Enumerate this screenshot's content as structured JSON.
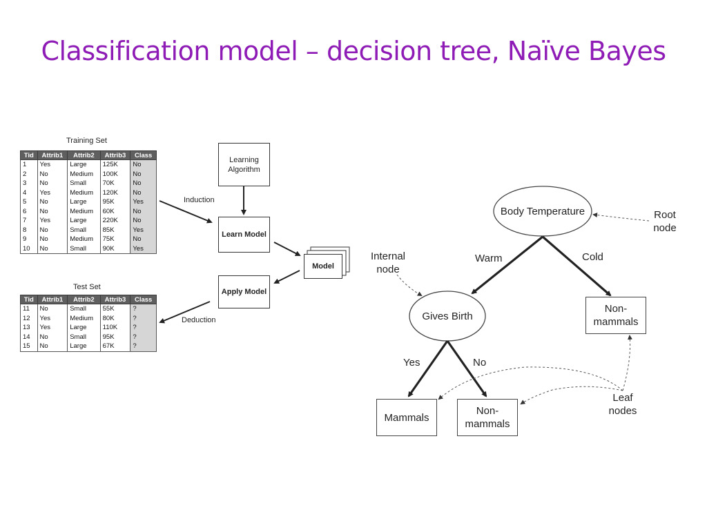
{
  "title": "Classification model – decision tree, Naïve Bayes",
  "training": {
    "caption": "Training Set",
    "headers": [
      "Tid",
      "Attrib1",
      "Attrib2",
      "Attrib3",
      "Class"
    ],
    "rows": [
      [
        "1",
        "Yes",
        "Large",
        "125K",
        "No"
      ],
      [
        "2",
        "No",
        "Medium",
        "100K",
        "No"
      ],
      [
        "3",
        "No",
        "Small",
        "70K",
        "No"
      ],
      [
        "4",
        "Yes",
        "Medium",
        "120K",
        "No"
      ],
      [
        "5",
        "No",
        "Large",
        "95K",
        "Yes"
      ],
      [
        "6",
        "No",
        "Medium",
        "60K",
        "No"
      ],
      [
        "7",
        "Yes",
        "Large",
        "220K",
        "No"
      ],
      [
        "8",
        "No",
        "Small",
        "85K",
        "Yes"
      ],
      [
        "9",
        "No",
        "Medium",
        "75K",
        "No"
      ],
      [
        "10",
        "No",
        "Small",
        "90K",
        "Yes"
      ]
    ]
  },
  "test": {
    "caption": "Test Set",
    "headers": [
      "Tid",
      "Attrib1",
      "Attrib2",
      "Attrib3",
      "Class"
    ],
    "rows": [
      [
        "11",
        "No",
        "Small",
        "55K",
        "?"
      ],
      [
        "12",
        "Yes",
        "Medium",
        "80K",
        "?"
      ],
      [
        "13",
        "Yes",
        "Large",
        "110K",
        "?"
      ],
      [
        "14",
        "No",
        "Small",
        "95K",
        "?"
      ],
      [
        "15",
        "No",
        "Large",
        "67K",
        "?"
      ]
    ]
  },
  "flow": {
    "learning_algorithm": "Learning Algorithm",
    "learn_model": "Learn Model",
    "model": "Model",
    "apply_model": "Apply Model",
    "induction": "Induction",
    "deduction": "Deduction"
  },
  "tree": {
    "root": "Body Temperature",
    "root_label": "Root node",
    "internal_label": "Internal node",
    "gives_birth": "Gives Birth",
    "warm": "Warm",
    "cold": "Cold",
    "yes": "Yes",
    "no": "No",
    "non_mammals_top": "Non-mammals",
    "mammals": "Mammals",
    "non_mammals_bottom": "Non-mammals",
    "leaf_label": "Leaf nodes"
  },
  "colors": {
    "title": "#8e1bb5",
    "header": "#5f5f5f",
    "class_col": "#d6d6d6"
  }
}
